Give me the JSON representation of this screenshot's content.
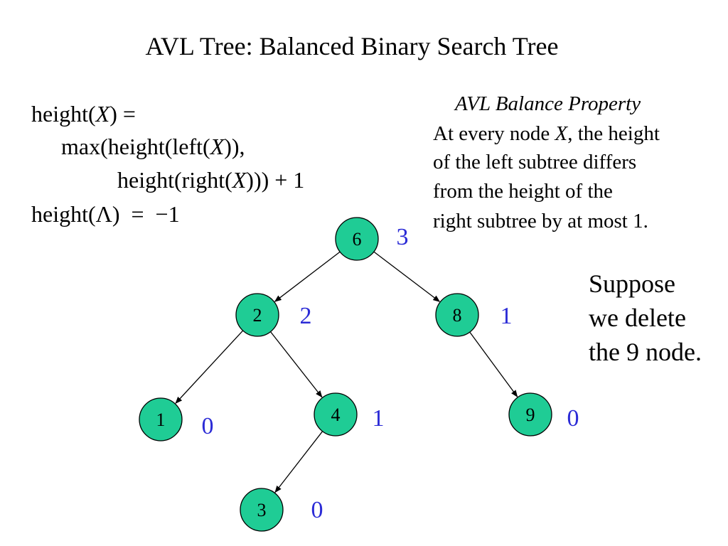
{
  "title": "AVL Tree: Balanced Binary Search Tree",
  "formula": {
    "line1": {
      "pre": "height(",
      "var": "X",
      "post": ") ="
    },
    "line2": {
      "pre": "max(height(left(",
      "var": "X",
      "post": ")),"
    },
    "line3": {
      "pre": "height(right(",
      "var": "X",
      "post": "))) + 1"
    },
    "line4": {
      "pre": "height(Λ)",
      "eq": "=",
      "val": "−1"
    }
  },
  "property": {
    "heading": "AVL Balance Property",
    "line1_pre": "At every node ",
    "line1_var": "X",
    "line1_post": ", the height",
    "line2": "of the left subtree differs",
    "line3": "from the height of the",
    "line4": "right subtree by at most 1."
  },
  "note": {
    "line1": "Suppose",
    "line2": "we delete",
    "line3": "the 9 node."
  },
  "colors": {
    "node_fill": "#1fcc95",
    "height_label": "#2b2bd6",
    "edge": "#000000"
  },
  "tree": {
    "nodes": [
      {
        "id": "6",
        "label": "6",
        "height": "3"
      },
      {
        "id": "2",
        "label": "2",
        "height": "2"
      },
      {
        "id": "8",
        "label": "8",
        "height": "1"
      },
      {
        "id": "1",
        "label": "1",
        "height": "0"
      },
      {
        "id": "4",
        "label": "4",
        "height": "1"
      },
      {
        "id": "9",
        "label": "9",
        "height": "0"
      },
      {
        "id": "3",
        "label": "3",
        "height": "0"
      }
    ],
    "edges": [
      {
        "from": "6",
        "to": "2"
      },
      {
        "from": "6",
        "to": "8"
      },
      {
        "from": "2",
        "to": "1"
      },
      {
        "from": "2",
        "to": "4"
      },
      {
        "from": "8",
        "to": "9"
      },
      {
        "from": "4",
        "to": "3"
      }
    ]
  }
}
